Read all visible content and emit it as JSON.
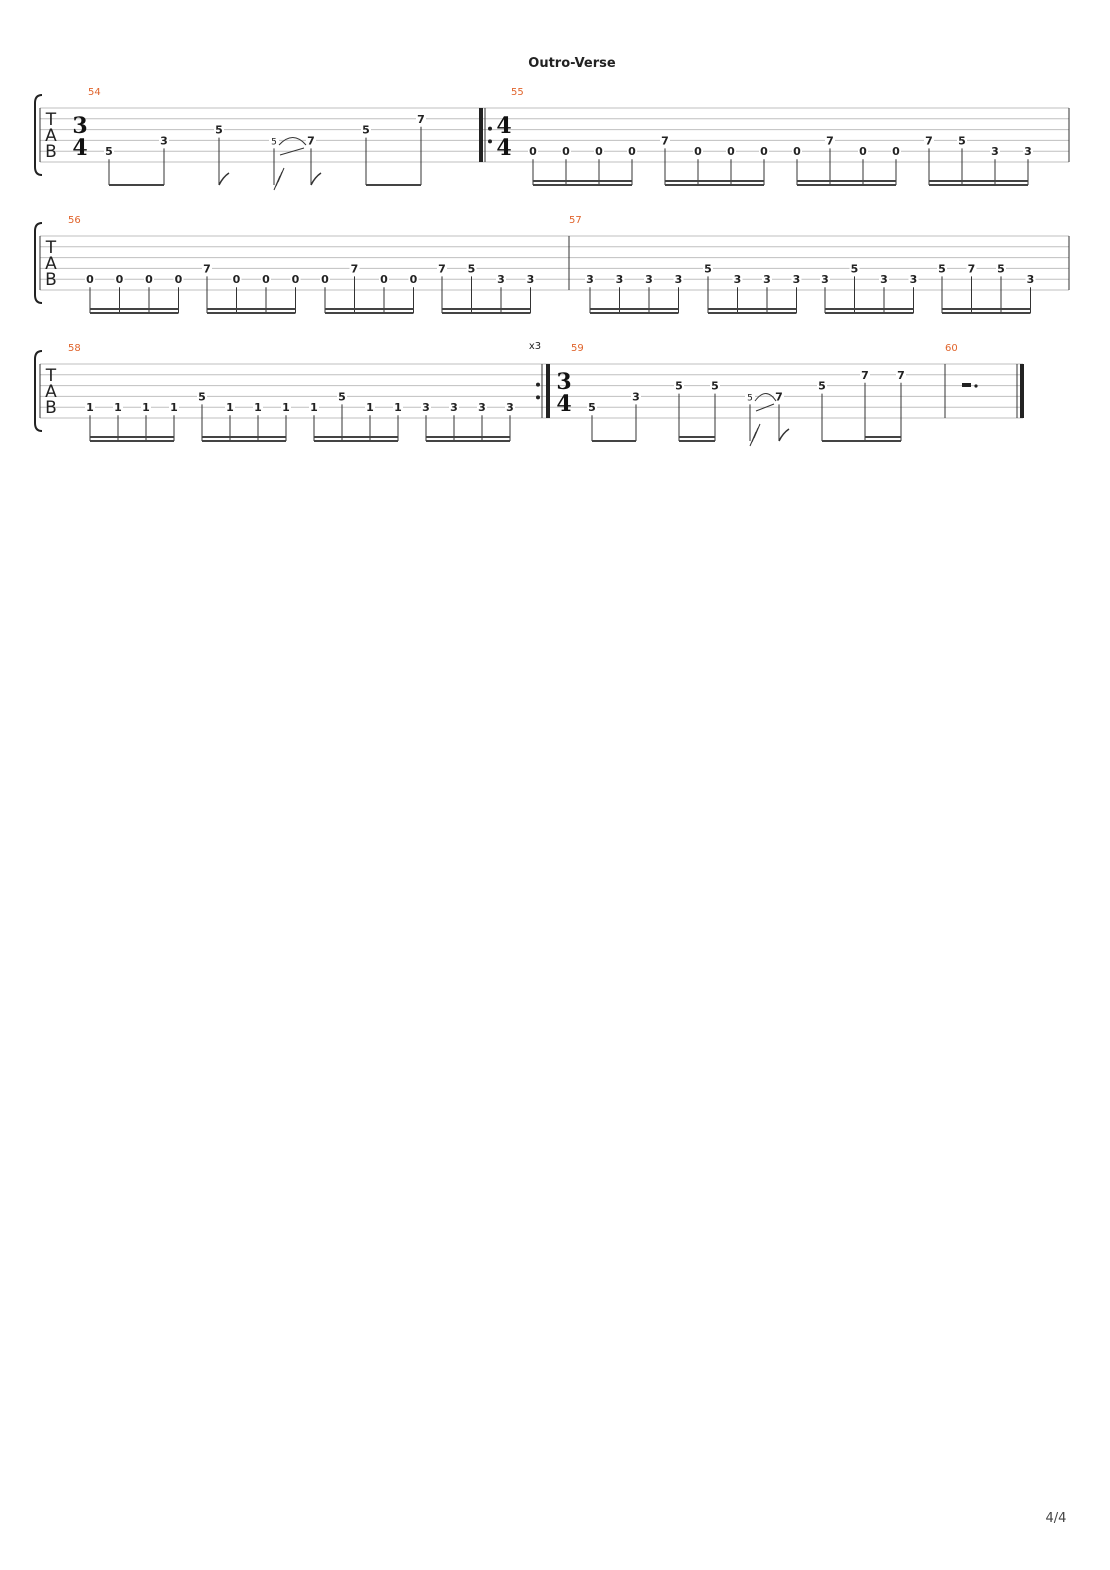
{
  "section_title": "Outro-Verse",
  "page_number": "4/4",
  "repeat_label": "x3",
  "tab_clef": [
    "T",
    "A",
    "B"
  ],
  "time_signatures": {
    "m54": [
      "3",
      "4"
    ],
    "m55": [
      "4",
      "4"
    ],
    "m59": [
      "3",
      "4"
    ]
  },
  "measures": [
    {
      "number": "54",
      "notes": [
        {
          "fret": "5",
          "string": 4
        },
        {
          "fret": "3",
          "string": 3
        },
        {
          "fret": "5",
          "string": 2
        },
        {
          "fret": "5",
          "string": 3,
          "grace": true
        },
        {
          "fret": "7",
          "string": 3
        },
        {
          "fret": "5",
          "string": 2
        },
        {
          "fret": "7",
          "string": 1
        }
      ]
    },
    {
      "number": "55",
      "notes": [
        "0",
        "0",
        "0",
        "0",
        "7",
        "0",
        "0",
        "0",
        "0",
        "7",
        "0",
        "0",
        "7",
        "5",
        "3",
        "3"
      ]
    },
    {
      "number": "56",
      "notes": [
        "0",
        "0",
        "0",
        "0",
        "7",
        "0",
        "0",
        "0",
        "0",
        "7",
        "0",
        "0",
        "7",
        "5",
        "3",
        "3"
      ]
    },
    {
      "number": "57",
      "notes": [
        "3",
        "3",
        "3",
        "3",
        "5",
        "3",
        "3",
        "3",
        "3",
        "5",
        "3",
        "3",
        "5",
        "7",
        "5",
        "3"
      ]
    },
    {
      "number": "58",
      "notes": [
        "1",
        "1",
        "1",
        "1",
        "5",
        "1",
        "1",
        "1",
        "1",
        "5",
        "1",
        "1",
        "3",
        "3",
        "3",
        "3"
      ]
    },
    {
      "number": "59",
      "notes": [
        {
          "fret": "5",
          "string": 4
        },
        {
          "fret": "3",
          "string": 3
        },
        {
          "fret": "5",
          "string": 2
        },
        {
          "fret": "5",
          "string": 2
        },
        {
          "fret": "5",
          "string": 3,
          "grace": true
        },
        {
          "fret": "7",
          "string": 3
        },
        {
          "fret": "5",
          "string": 2
        },
        {
          "fret": "7",
          "string": 1
        },
        {
          "fret": "7",
          "string": 1
        }
      ]
    },
    {
      "number": "60",
      "notes": [],
      "rest": "dotted-half"
    }
  ]
}
